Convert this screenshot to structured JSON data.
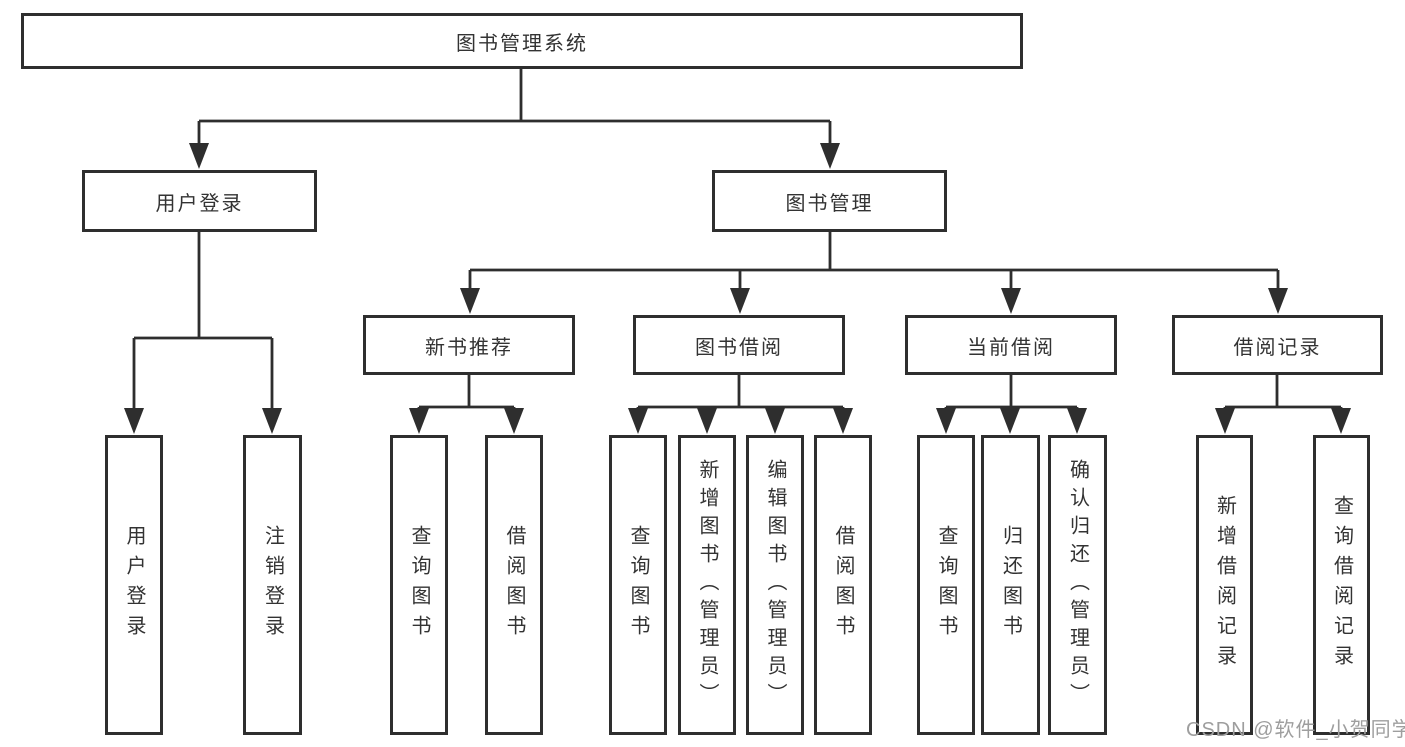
{
  "diagram": {
    "title": "图书管理系统",
    "branches": [
      {
        "label": "用户登录",
        "children": [
          {
            "label": "用户登录"
          },
          {
            "label": "注销登录"
          }
        ]
      },
      {
        "label": "图书管理",
        "children": [
          {
            "label": "新书推荐",
            "children": [
              {
                "label": "查询图书"
              },
              {
                "label": "借阅图书"
              }
            ]
          },
          {
            "label": "图书借阅",
            "children": [
              {
                "label": "查询图书"
              },
              {
                "label": "新增图书（管理员）"
              },
              {
                "label": "编辑图书（管理员）"
              },
              {
                "label": "借阅图书"
              }
            ]
          },
          {
            "label": "当前借阅",
            "children": [
              {
                "label": "查询图书"
              },
              {
                "label": "归还图书"
              },
              {
                "label": "确认归还（管理员）"
              }
            ]
          },
          {
            "label": "借阅记录",
            "children": [
              {
                "label": "新增借阅记录"
              },
              {
                "label": "查询借阅记录"
              }
            ]
          }
        ]
      }
    ]
  },
  "watermark": "CSDN @软件_小贺同学",
  "colors": {
    "line": "#2e2e2e",
    "box_border": "#2e2e2e",
    "text": "#333333",
    "watermark": "#9e9e9e",
    "background": "#ffffff"
  }
}
